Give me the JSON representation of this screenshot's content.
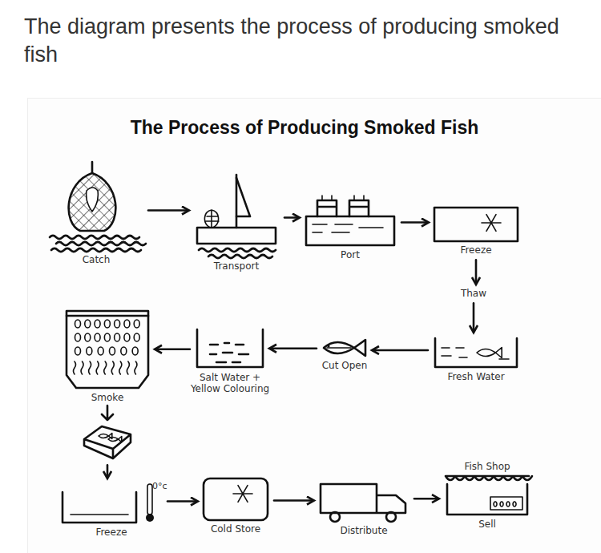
{
  "diagram": {
    "title": "The Process of Producing Smoked Fish",
    "nodes": [
      {
        "text": [
          "Catch"
        ]
      },
      {
        "text": [
          "Transport"
        ]
      },
      {
        "text": [
          "Port"
        ]
      },
      {
        "text": [
          "Freeze"
        ]
      },
      {
        "text": [
          "Thaw"
        ]
      },
      {
        "text": [
          "Fresh Water"
        ]
      },
      {
        "text": [
          "Cut Open"
        ]
      },
      {
        "text": [
          "Salt Water + Yellow Colouring"
        ]
      },
      {
        "text": [
          "Smoke"
        ]
      },
      {
        "text": [
          "Freeze"
        ]
      },
      {
        "text": [
          "Cold Store"
        ]
      },
      {
        "text": [
          "Distribute"
        ]
      },
      {
        "text": [
          "Fish Shop",
          "Sell"
        ]
      }
    ],
    "edges": [
      {
        "from": 0,
        "to": 1,
        "arrow": "to"
      },
      {
        "from": 1,
        "to": 2,
        "arrow": "to"
      },
      {
        "from": 2,
        "to": 3,
        "arrow": "to"
      },
      {
        "from": 3,
        "to": 4,
        "arrow": "to"
      },
      {
        "from": 4,
        "to": 5,
        "arrow": "to"
      },
      {
        "from": 5,
        "to": 6,
        "arrow": "to"
      },
      {
        "from": 6,
        "to": 7,
        "arrow": "to"
      },
      {
        "from": 7,
        "to": 8,
        "arrow": "to"
      },
      {
        "from": 8,
        "to": 9,
        "arrow": "to"
      },
      {
        "from": 9,
        "to": 10,
        "arrow": "to"
      },
      {
        "from": 10,
        "to": 11,
        "arrow": "to"
      },
      {
        "from": 11,
        "to": 12,
        "arrow": "to"
      }
    ],
    "labels": [
      "The diagram presents the process of producing smoked fish",
      "0°c"
    ]
  }
}
